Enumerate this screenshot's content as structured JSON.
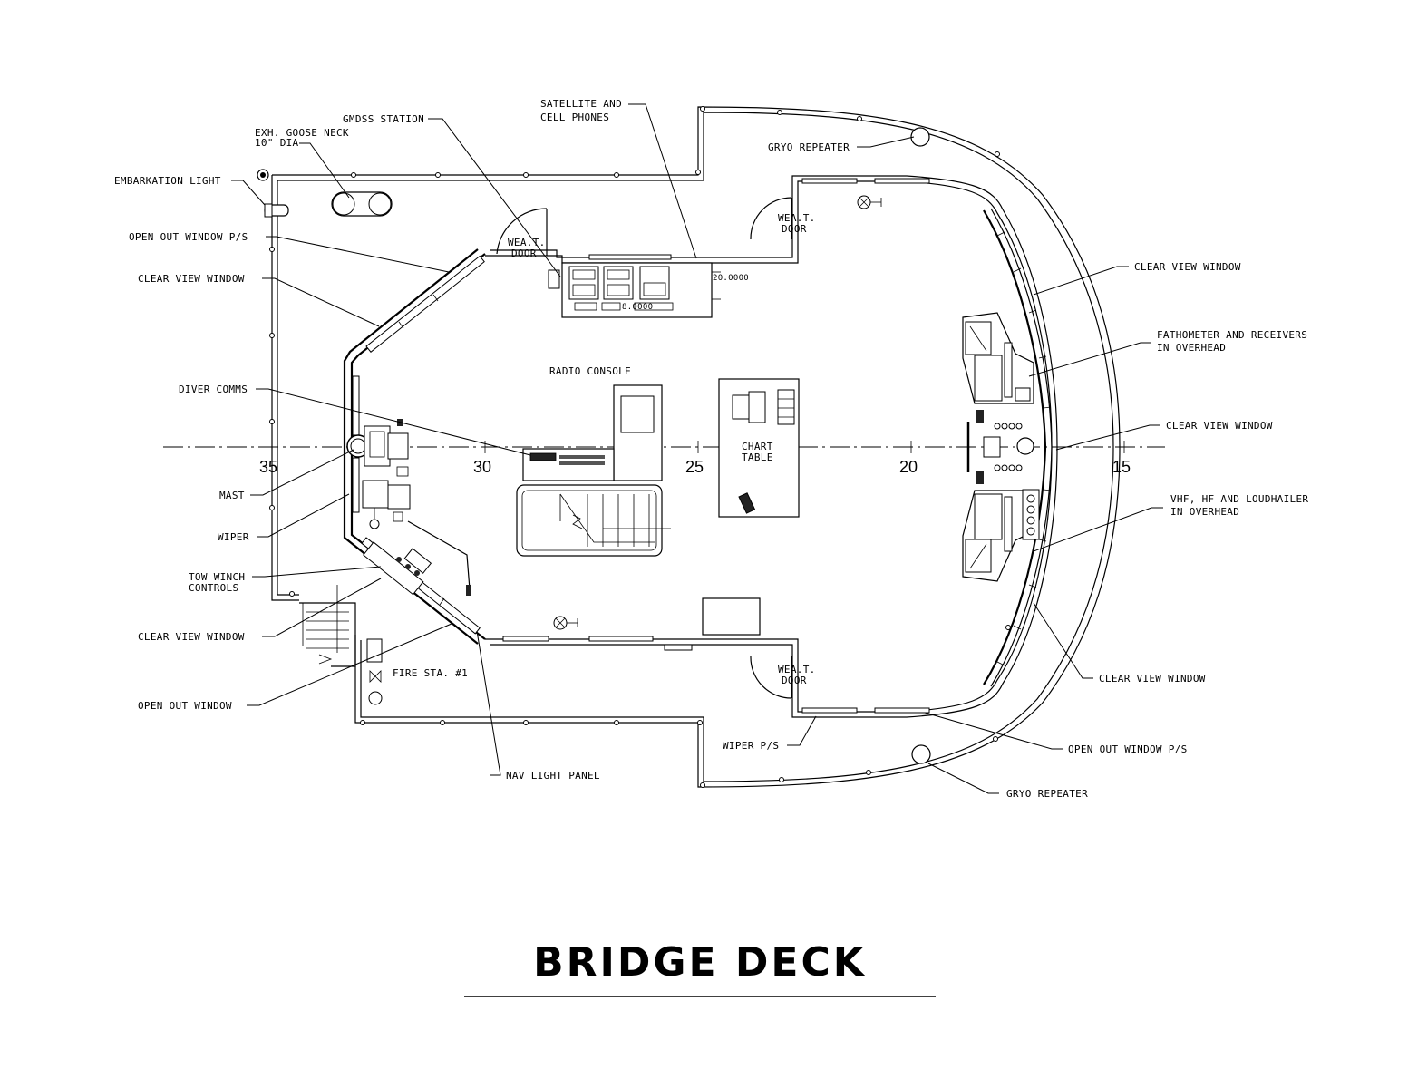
{
  "title": "BRIDGE DECK",
  "frames": [
    "35",
    "30",
    "25",
    "20",
    "15"
  ],
  "labels": {
    "embarkation_light": "EMBARKATION LIGHT",
    "exh_goose_neck_1": "EXH. GOOSE NECK",
    "exh_goose_neck_2": "10\" DIA",
    "gmdss_station": "GMDSS STATION",
    "satellite_1": "SATELLITE AND",
    "satellite_2": "CELL PHONES",
    "gryo_repeater_top": "GRYO REPEATER",
    "open_out_window_ps_left": "OPEN OUT WINDOW P/S",
    "clear_view_window_left_top": "CLEAR VIEW WINDOW",
    "diver_comms": "DIVER COMMS",
    "mast": "MAST",
    "wiper": "WIPER",
    "tow_winch_1": "TOW WINCH",
    "tow_winch_2": "CONTROLS",
    "clear_view_window_left_bottom": "CLEAR VIEW WINDOW",
    "open_out_window_left": "OPEN OUT WINDOW",
    "fire_sta": "FIRE STA. #1",
    "nav_light_panel": "NAV LIGHT PANEL",
    "wiper_ps": "WIPER P/S",
    "gryo_repeater_bottom": "GRYO REPEATER",
    "open_out_window_ps_right": "OPEN OUT WINDOW P/S",
    "clear_view_window_right_bottom": "CLEAR VIEW WINDOW",
    "vhf_1": "VHF, HF AND LOUDHAILER",
    "vhf_2": "IN OVERHEAD",
    "clear_view_window_right_mid": "CLEAR VIEW WINDOW",
    "fathometer_1": "FATHOMETER AND RECEIVERS",
    "fathometer_2": "IN OVERHEAD",
    "clear_view_window_right_top": "CLEAR VIEW WINDOW",
    "radio_console": "RADIO CONSOLE",
    "chart_table_1": "CHART",
    "chart_table_2": "TABLE",
    "weat_door_1": "WEA.T.",
    "weat_door_2": "DOOR",
    "dim_1": "20.0000",
    "dim_2": "8.0000"
  }
}
